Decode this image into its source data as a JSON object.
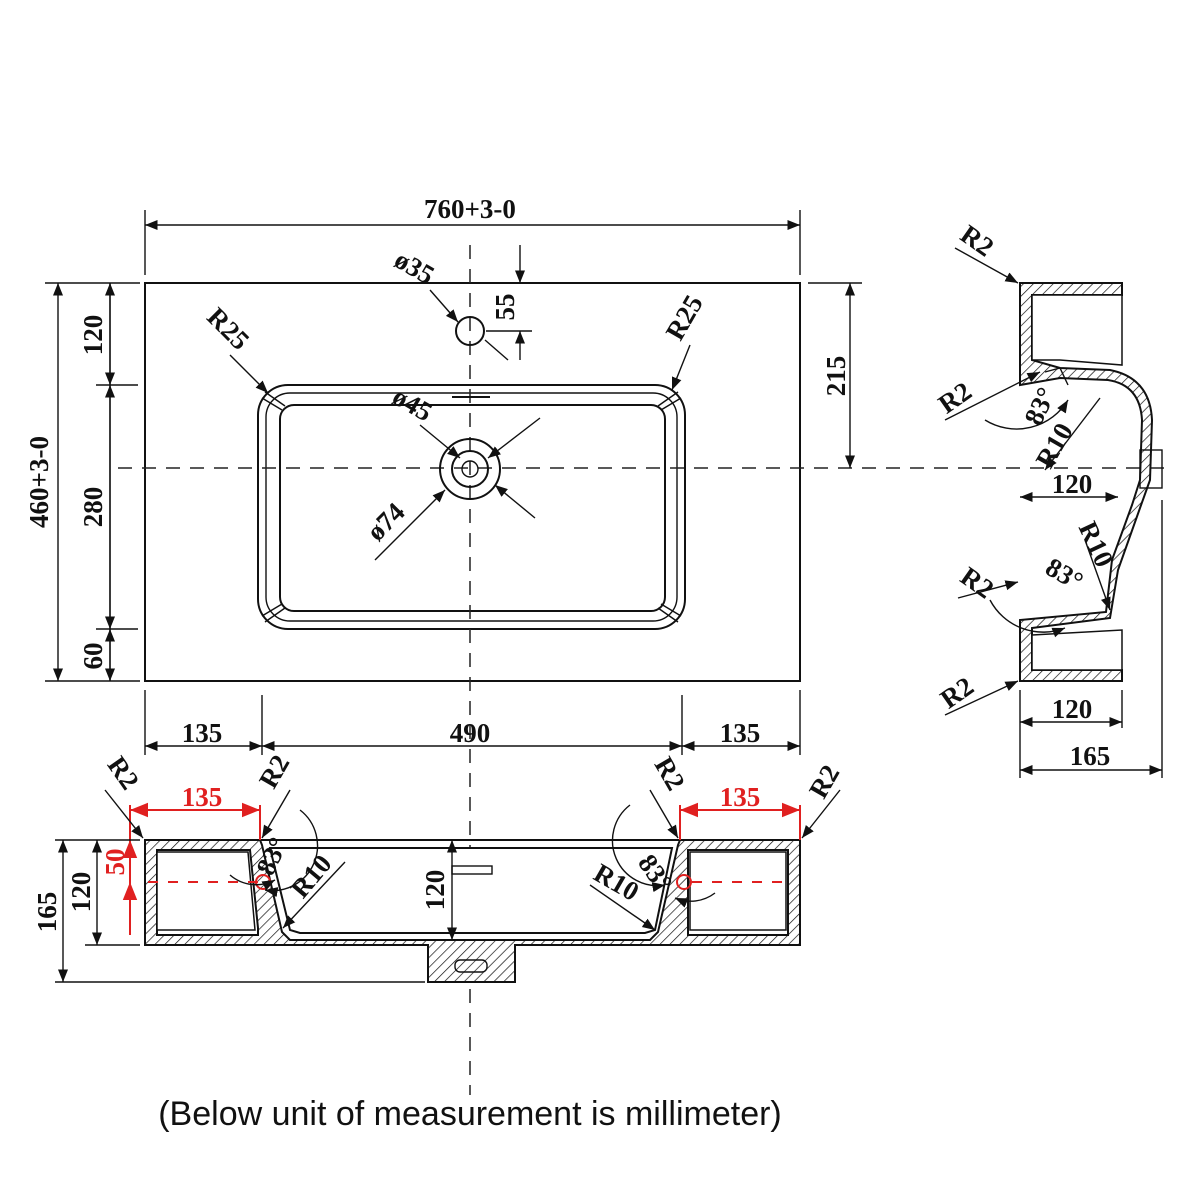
{
  "top_view": {
    "width_label": "760+3-0",
    "depth_label": "460+3-0",
    "left_dims": [
      "120",
      "280",
      "60"
    ],
    "right_dim": "215",
    "tap_hole": "ø35",
    "tap_offset": "55",
    "corner_left": "R25",
    "corner_right": "R25",
    "drain_inner": "ø45",
    "drain_outer": "ø74",
    "bottom_dims": [
      "135",
      "490",
      "135"
    ]
  },
  "front_section": {
    "height_total": "165",
    "height_inner": "120",
    "overflow_height": "50",
    "overflow_offset_left": "135",
    "overflow_offset_right": "135",
    "radius_outer_left": "R2",
    "radius_inner_left": "R2",
    "radius_inner_right": "R2",
    "radius_outer_right": "R2",
    "angle_left": "83°",
    "angle_right": "83°",
    "bottom_radius_left": "R10",
    "bottom_radius_right": "R10",
    "center_height": "120"
  },
  "side_section": {
    "radius_top": "R2",
    "radius_upper": "R2",
    "radius_lower": "R2",
    "radius_bottom": "R2",
    "angle_upper": "83°",
    "angle_lower": "83°",
    "r10_upper": "R10",
    "r10_lower": "R10",
    "inner_depth": "120",
    "bottom_depth": "120",
    "total_depth": "165"
  },
  "footer_note": "(Below unit of measurement is millimeter)"
}
